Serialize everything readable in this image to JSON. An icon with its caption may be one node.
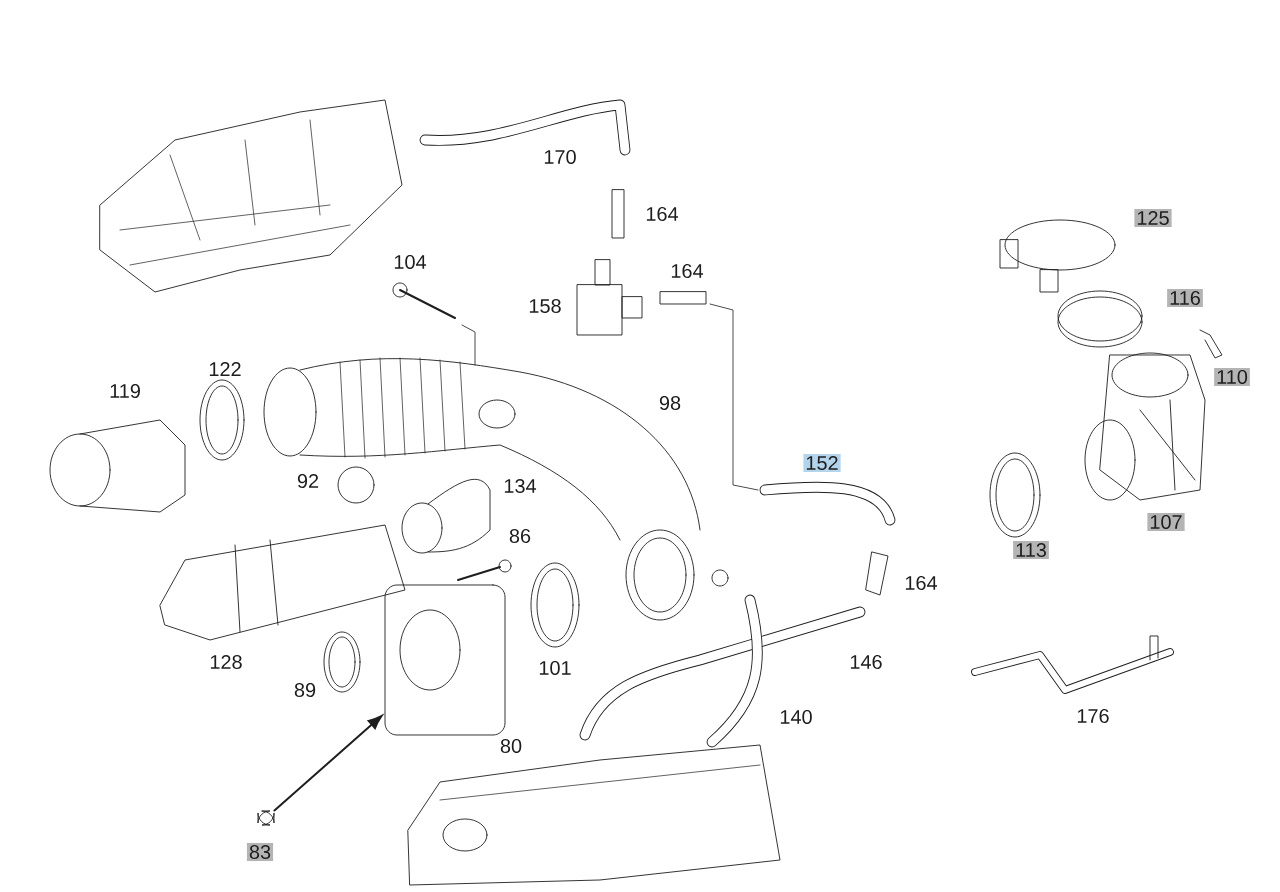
{
  "diagram": {
    "nodes": [
      {
        "text": [
          "125"
        ]
      },
      {
        "text": [
          "116"
        ]
      },
      {
        "text": [
          "110"
        ]
      },
      {
        "text": [
          "152"
        ]
      },
      {
        "text": [
          "107"
        ]
      },
      {
        "text": [
          "113"
        ]
      },
      {
        "text": [],
        "shape": "picture"
      },
      {
        "text": [],
        "shape": "picture"
      },
      {
        "text": [
          "83"
        ]
      }
    ],
    "edges": [
      {
        "from": 7,
        "to": 6,
        "arrow": "to"
      }
    ],
    "labels": [
      "170",
      "164",
      "164",
      "104",
      "158",
      "122",
      "119",
      "98",
      "92",
      "134",
      "86",
      "164",
      "128",
      "146",
      "101",
      "176",
      "89",
      "140",
      "80"
    ]
  }
}
